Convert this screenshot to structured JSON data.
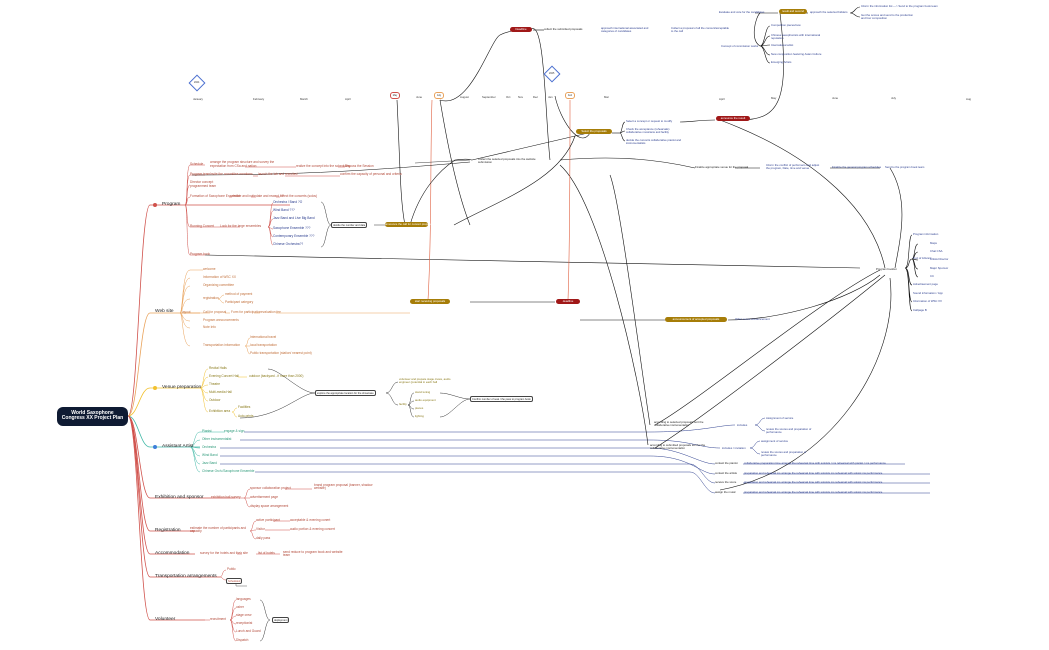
{
  "root": {
    "title_l1": "World Saxophone",
    "title_l2": "Congress XX Project Plan"
  },
  "colors": {
    "program": "#d0514b",
    "website": "#e9a25a",
    "venue": "#f2c12e",
    "assistant": "#3d7fd9",
    "assistant_line": "#3fb8a6",
    "red_pill": "#a01818",
    "olive_pill": "#a67d08",
    "text_blue": "#2d3f8f",
    "root_bg": "#0f1b33"
  },
  "timeline": {
    "diamond_left": "2024",
    "diamond_right": "2025",
    "months_left": [
      "January",
      "February",
      "March",
      "April"
    ],
    "ring_may": "May",
    "june": "June",
    "ring_july": "July",
    "august": "August",
    "september": "September",
    "october": "Oct",
    "november": "Nov",
    "december": "Dec",
    "jan": "Jan",
    "ring_feb": "Feb",
    "mar": "Mar",
    "apr": "April",
    "may2": "May",
    "june2": "June",
    "july2": "July",
    "aug2": "Aug"
  },
  "branches": {
    "program": "Program",
    "website": "Web site",
    "venue": "Venue preparation",
    "assistant": "Assistant Artist",
    "exhibition": "Exhibition  and  sponsor",
    "registration": "Registration",
    "accommodation": "Accommodation",
    "transportation": "Transportation  arrangements",
    "volunteer": "Volunteer"
  },
  "program": {
    "schedule": "Schedule",
    "schedule_a": "arrange the program structure and survey the",
    "schedule_b": "expectation from CSa and nation",
    "schedule_c": "realize the concept into the scheduling",
    "schedule_d": "Discuss the Session",
    "program_team": "Program team",
    "team_a": "Invite the committee members",
    "team_b": "launch the lab and recruited",
    "team_c": "confirm the capacity of personal and criteria",
    "director_1": "Director concept",
    "director_2": "programmed team",
    "formation": "Formation of Saxophone Ensemble",
    "formation_a": "decide and invite",
    "formation_b": "date and reward ??",
    "formation_c": "select the concerts (solos)",
    "running": "Running Concert",
    "running_a": "Look for the large ensembles",
    "ensembles": [
      "Orchestra / Band ?O",
      "Wind Band  ???",
      "Jazz Band and Live Big Band",
      "Saxophone Ensemble ???",
      "Contemporary Ensemble ???",
      "Chinese Orchestra??"
    ],
    "decide": "decide the number and date",
    "announce_call": "announce the call for concert proposal",
    "program_book": "Program book"
  },
  "top": {
    "deadline": "Deadline",
    "collect": "collect the submitted proposals",
    "approach_1": "approach international associated and",
    "approach_2": "categories of candidates",
    "collect2_1": "Collect a proposal of all the concert/acceptable",
    "collect2_2": "to the call",
    "evaluate": "Evaluate and vote for the candidates",
    "result": "result and second",
    "approach_selected": "approach the selected bidders",
    "inform": "Inform the information list --->  Send to the program book team",
    "get_scores_1": "Get the scores and send to the production",
    "get_scores_2": "and four composition",
    "concept": "Concept of commission works",
    "concept_items": [
      "Competition pieces/new",
      "Chinese saxophonists with international",
      "reputation",
      "International  artist",
      "New composition featuring Asian Culture",
      "Emerging Artists"
    ],
    "select_proposals": "Select the proposals",
    "sp_1": "Select a concept or request to modify",
    "sp_2": "Check the acceptance (rehearsals)",
    "sp_3": "collaborative musicians and facility",
    "sp_4": "decide the concerts collaborative pianist and",
    "sp_5": "instrumentalists",
    "announce_result": "announce the result",
    "collect_sel_1": "Collect the selected proposals into the website",
    "collect_sel_2": "submission",
    "finalize_1": "Finalize appropriate venue for the proposal",
    "inform_conflict_1": "Inform the conflict of performers and adjust",
    "inform_conflict_2": "the program, Date, time and venue",
    "finalize_2": "Finalize the  general program schedules",
    "send_book": "Send to the program book team"
  },
  "website": {
    "items": [
      "welcome",
      "Information of WSC XX",
      "Organizing committee",
      "registration",
      "Call for proposal",
      "Program announcements",
      "Note Info",
      "Transportation information"
    ],
    "reg_a": "method of payment",
    "reg_b": "Participant category",
    "layout": "layout",
    "cfp_a": "Form for participation",
    "cfp_b": "evaluation fee",
    "trans_a": "International travel",
    "trans_b": "local transportation",
    "trans_c": "Public transportation (station/ nearest point)",
    "start_pill": "start receiving proposals",
    "deadline_pill": "deadline",
    "announce_pill": "announcement of accepted proposals",
    "other_venue": "Other venue announcement"
  },
  "book": {
    "hub": "Program booklet",
    "items": [
      "Program information",
      "Maps",
      "Chat CSA",
      "Artists Director",
      "Major Sponsor",
      "CC",
      "Advertisement page",
      "Sound information / App",
      "Information of WSC XX",
      "Callpage B"
    ],
    "text_ads": "Text of Artivant"
  },
  "venue": {
    "items": [
      "Recital Halls",
      "Evening Concert Hall",
      "Theatre",
      "Multi-media Hall",
      "Outdoor",
      "Exhibition  area"
    ],
    "evening_a": "outdoor (backyard - if more than 2000)",
    "exh_a": "Facilities",
    "exh_b": "Auto-prints",
    "explore": "explore the appropriate location for the showcase",
    "venue_note_1": "volunteer and prepare stage crews, audio",
    "venue_note_2": "engineer (potential in each hall",
    "facility": "facility",
    "facility_items": [
      "stand  tuning",
      "audio equipment",
      "pianos",
      "lighting"
    ],
    "confirm_number": "Confirm number of seat / the pass to program book"
  },
  "assistant": {
    "items": [
      "Pianist",
      "Other instrumentalist",
      "Orchestra",
      "Wind Band",
      "Jazz Band",
      "Chinese Orch./Saxophone Ensemble"
    ],
    "pianist_a": "engage & sign",
    "accord_1": "according to selected proposals sort the",
    "accord_2": "collaborative instrumentalist",
    "accord_3": "according to submitted proposals sort for the",
    "accord_4": "collaborative instrumentalist",
    "includes": "includes",
    "inc_a": "Assignment of service",
    "inc_b": "review the scores and preparation of",
    "inc_c": "performance",
    "inc2": "includes / invitation",
    "inc2_a": "assignment of service",
    "inc2_b": "review the scores and preparation of",
    "inc2_c": "performance",
    "row_labels": [
      "contact the pianist",
      "contact the artists",
      "receive the score",
      "assign the music"
    ],
    "row1": "collaborative  preparation    time arrange the rehearsal time with soloists / ms  rehearsal with pianist / ms   performance",
    "row2": "preparation and rehearsal   ms   arrange the rehearsal time with soloists   ms   rehearsal with soloist   ms   performance",
    "row3": "preparation and rehearsal   ms   arrange the rehearsal time with soloists   ms   rehearsal with soloist   ms   performance",
    "row4": "preparation and rehearsal   ms   arrange the rehearsal time with soloists   ms   rehearsal with soloist   ms   performance"
  },
  "exhibition": {
    "lead": "exhibition hall survey",
    "items": [
      "sponsor collaboration project",
      "advertisement page",
      "display space arrangement"
    ],
    "spons_note_1": "brand program proposal (banner, shadow",
    "spons_note_2": "website)"
  },
  "registration": {
    "lead_1": "estimate the number of participants and",
    "lead_2": "capacity",
    "items": [
      "active participant",
      "Visitor",
      "daily pass"
    ],
    "active_a": "acceptable & evening conert",
    "visitor_a": "audio portion & evening concert"
  },
  "accommodation": {
    "lead": "survey for the hotels and their site",
    "list": "list of hotels",
    "note_1": "send reduce to program book and website",
    "note_2": "team"
  },
  "transportation": {
    "items": [
      "Public",
      "Scheduled"
    ]
  },
  "volunteer": {
    "recruit": "recruitment",
    "items": [
      "languages",
      "usher",
      "stage crew",
      "receptionist",
      "Lunch and Guard",
      "Dispatch"
    ],
    "deployment": "deployment"
  }
}
